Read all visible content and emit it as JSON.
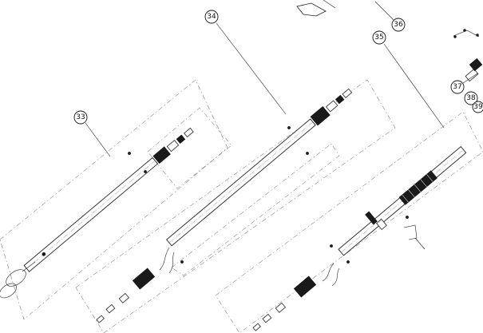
{
  "callouts": [
    {
      "id": "c33",
      "label": "33"
    },
    {
      "id": "c34",
      "label": "34"
    },
    {
      "id": "c35",
      "label": "35"
    },
    {
      "id": "c36",
      "label": "36"
    },
    {
      "id": "c37",
      "label": "37"
    },
    {
      "id": "c38",
      "label": "38"
    },
    {
      "id": "c39",
      "label": "39"
    }
  ]
}
